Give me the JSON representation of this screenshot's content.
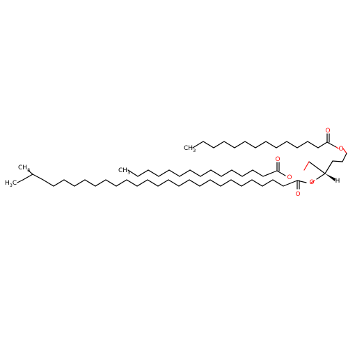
{
  "molecule": {
    "atom_labels": {
      "o_ester1": "O",
      "o_carbonyl1": "O",
      "o_ester2": "O",
      "o_carbonyl2": "O",
      "o_ester3": "O",
      "o_carbonyl3": "O",
      "h_stereo": "H",
      "methyl_top_c": "CH",
      "methyl_top_sub": "3",
      "methyl_mid_c": "CH",
      "methyl_mid_sub": "3",
      "ethyl_end_c1": "H",
      "ethyl_end_sub": "3",
      "ethyl_end_c2": "C",
      "branch_methyl_c": "CH",
      "branch_methyl_sub": "3"
    },
    "colors": {
      "bond": "#000000",
      "heteroatom_oxygen": "#ff0d0d",
      "background": "#ffffff"
    }
  }
}
